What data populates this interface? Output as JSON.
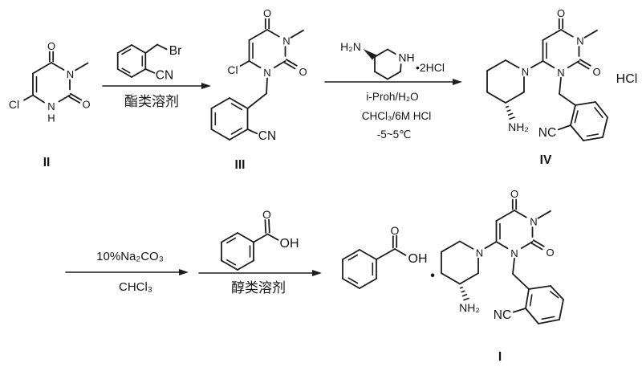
{
  "figure": {
    "type": "chemical-reaction-scheme",
    "background_color": "#ffffff",
    "line_color": "#1c1c1c"
  },
  "labels": {
    "compound_ii": "II",
    "compound_iii": "III",
    "compound_iv": "IV",
    "compound_i": "I"
  },
  "steps": {
    "step1": {
      "below": "酯类溶剂"
    },
    "step2": {
      "line1": "i-Proh/H₂O",
      "line2": "CHCl₃/6M HCl",
      "line3": "-5~5℃"
    },
    "step3": {
      "above": "10%Na₂CO₃",
      "below": "CHCl₃"
    },
    "step4": {
      "below": "醇类溶剂"
    }
  },
  "atoms": {
    "ii": {
      "o4": "O",
      "n3": "N",
      "o2": "O",
      "n1": "N",
      "h1": "H",
      "cl": "Cl"
    },
    "bromide": {
      "br": "Br",
      "cn": "CN"
    },
    "iii": {
      "o4": "O",
      "n3": "N",
      "o2": "O",
      "n1": "N",
      "cl": "Cl",
      "cn": "CN"
    },
    "aminopiperidine": {
      "h2n": "H₂N",
      "nh": "NH",
      "salt": "•2HCl"
    },
    "iv": {
      "o4": "O",
      "n3": "N",
      "o2": "O",
      "n1": "N",
      "npip": "N",
      "nh2": "NH₂",
      "nc": "NC",
      "hcl": "HCl"
    },
    "benzoic": {
      "o": "O",
      "oh": "OH"
    },
    "i": {
      "o_acid": "O",
      "oh_acid": "OH",
      "dot": "•",
      "npip": "N",
      "nh2": "NH₂",
      "o4": "O",
      "n3": "N",
      "o2": "O",
      "n1": "N",
      "nc": "NC"
    }
  }
}
